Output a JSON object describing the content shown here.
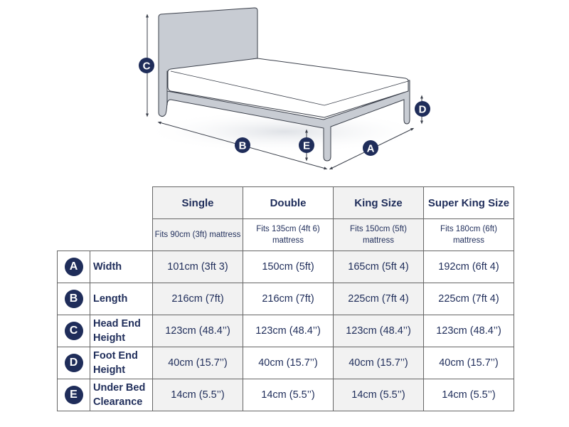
{
  "diagram": {
    "labels": {
      "A": "A",
      "B": "B",
      "C": "C",
      "D": "D",
      "E": "E"
    },
    "colors": {
      "navy": "#1f2d5a",
      "frame": "#c8ccd3",
      "outline": "#3a3f4a"
    }
  },
  "table": {
    "columns": [
      {
        "name": "Single",
        "fits": "Fits 90cm (3ft) mattress"
      },
      {
        "name": "Double",
        "fits": "Fits 135cm (4ft 6) mattress"
      },
      {
        "name": "King Size",
        "fits": "Fits 150cm (5ft) mattress"
      },
      {
        "name": "Super King Size",
        "fits": "Fits 180cm (6ft) mattress"
      }
    ],
    "rows": [
      {
        "badge": "A",
        "label": "Width",
        "values": [
          "101cm (3ft 3)",
          "150cm (5ft)",
          "165cm (5ft 4)",
          "192cm (6ft 4)"
        ]
      },
      {
        "badge": "B",
        "label": "Length",
        "values": [
          "216cm (7ft)",
          "216cm (7ft)",
          "225cm (7ft 4)",
          "225cm (7ft 4)"
        ]
      },
      {
        "badge": "C",
        "label": "Head End Height",
        "values": [
          "123cm (48.4’’)",
          "123cm (48.4’’)",
          "123cm (48.4’’)",
          "123cm (48.4’’)"
        ]
      },
      {
        "badge": "D",
        "label": "Foot End Height",
        "values": [
          "40cm (15.7’’)",
          "40cm (15.7’’)",
          "40cm (15.7’’)",
          "40cm (15.7’’)"
        ]
      },
      {
        "badge": "E",
        "label": "Under Bed Clearance",
        "values": [
          "14cm (5.5’’)",
          "14cm (5.5’’)",
          "14cm (5.5’’)",
          "14cm (5.5’’)"
        ]
      }
    ]
  }
}
